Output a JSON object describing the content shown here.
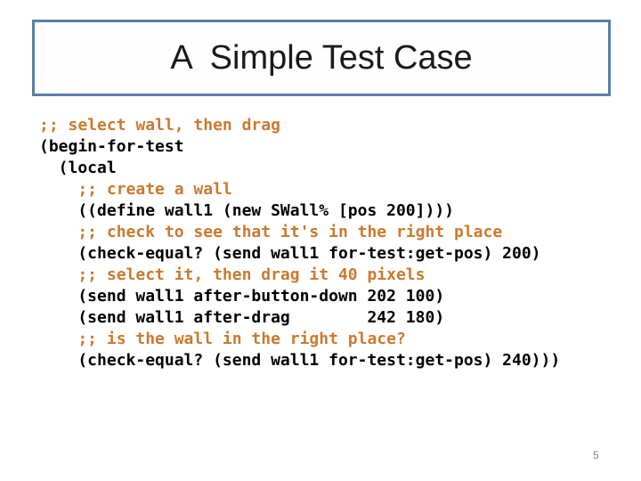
{
  "slide": {
    "title": "A  Simple Test Case",
    "page_number": "5"
  },
  "colors": {
    "title_border": "#5B7EA6",
    "comment_text": "#CC7A2D",
    "code_text": "#000000",
    "page_number_text": "#828282"
  },
  "code": {
    "lines": [
      {
        "text": ";; select wall, then drag",
        "type": "comment"
      },
      {
        "text": "(begin-for-test",
        "type": "code"
      },
      {
        "text": "  (local",
        "type": "code"
      },
      {
        "text": "    ;; create a wall",
        "type": "comment"
      },
      {
        "text": "    ((define wall1 (new SWall% [pos 200])))",
        "type": "code"
      },
      {
        "text": "    ;; check to see that it's in the right place",
        "type": "comment"
      },
      {
        "text": "    (check-equal? (send wall1 for-test:get-pos) 200)",
        "type": "code"
      },
      {
        "text": "    ;; select it, then drag it 40 pixels",
        "type": "comment"
      },
      {
        "text": "    (send wall1 after-button-down 202 100)",
        "type": "code"
      },
      {
        "text": "    (send wall1 after-drag        242 180)",
        "type": "code"
      },
      {
        "text": "    ;; is the wall in the right place?",
        "type": "comment"
      },
      {
        "text": "    (check-equal? (send wall1 for-test:get-pos) 240)))",
        "type": "code"
      }
    ]
  }
}
